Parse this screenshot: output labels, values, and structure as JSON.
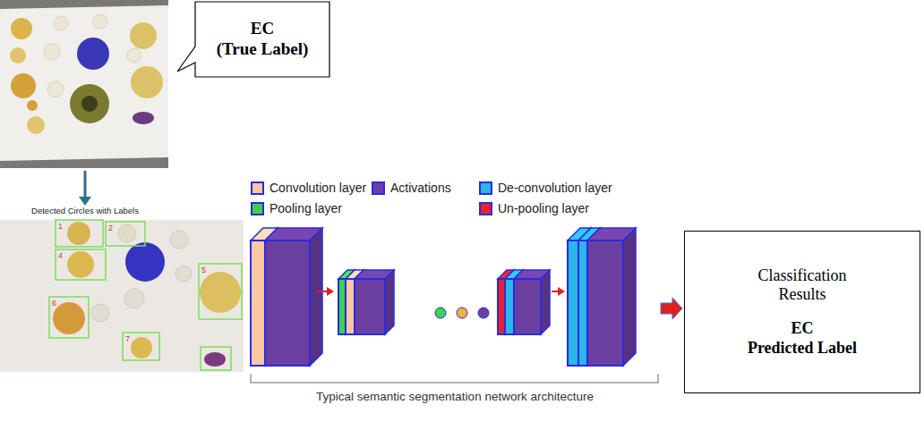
{
  "diagram": {
    "nodes": [
      {
        "text": [
          "EC",
          "(True Label)"
        ]
      },
      {
        "text": [
          "Classification Results",
          "EC",
          "Predicted Label"
        ]
      }
    ],
    "labels": [
      "Detected Circles with Labels",
      "1",
      "2",
      "4",
      "5",
      "6",
      "7",
      "Typical semantic segmentation network architecture"
    ],
    "legend": [
      {
        "text": "Convolution layer",
        "color": "#f8c8a4"
      },
      {
        "text": "Activations",
        "color": "#6b3fa0"
      },
      {
        "text": "De-convolution layer",
        "color": "#2bb5e8"
      },
      {
        "text": "Pooling layer",
        "color": "#3ed14c"
      },
      {
        "text": "Un-pooling layer",
        "color": "#e8222a"
      }
    ]
  }
}
